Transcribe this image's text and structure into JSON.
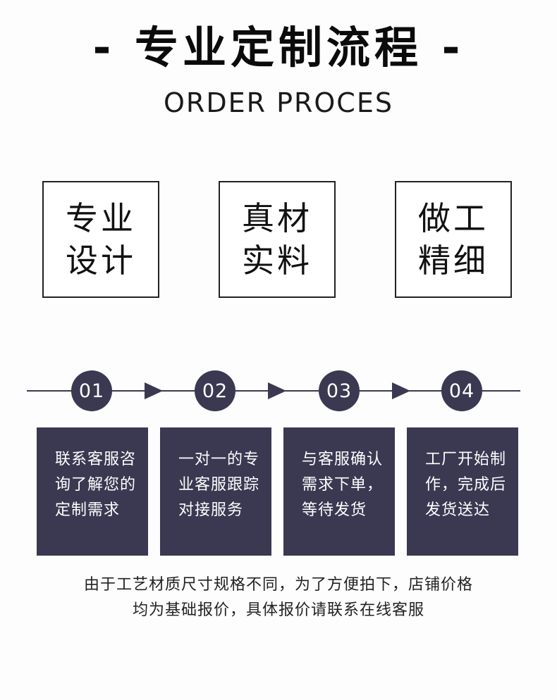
{
  "header": {
    "title": "- 专业定制流程 -",
    "subtitle": "ORDER PROCES"
  },
  "features": [
    {
      "line1": "专业",
      "line2": "设计"
    },
    {
      "line1": "真材",
      "line2": "实料"
    },
    {
      "line1": "做工",
      "line2": "精细"
    }
  ],
  "steps": [
    {
      "number": "01",
      "lines": [
        "联系客服咨",
        "询了解您的",
        "定制需求"
      ]
    },
    {
      "number": "02",
      "lines": [
        "一对一的专",
        "业客服跟踪",
        "对接服务"
      ]
    },
    {
      "number": "03",
      "lines": [
        "与客服确认",
        "需求下单，",
        "等待发货"
      ]
    },
    {
      "number": "04",
      "lines": [
        "工厂开始制",
        "作，完成后",
        "发货送达"
      ]
    }
  ],
  "note": {
    "line1": "由于工艺材质尺寸规格不同，为了方便拍下，店铺价格",
    "line2": "均为基础报价，具体报价请联系在线客服"
  },
  "colors": {
    "accent": "#3b3852",
    "text": "#111111",
    "background": "#fdfdfd"
  }
}
